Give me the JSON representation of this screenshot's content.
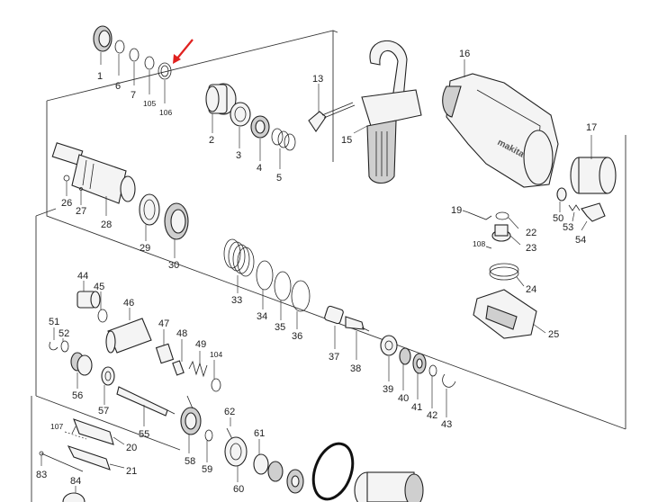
{
  "diagram": {
    "parts": [
      {
        "num": "1"
      },
      {
        "num": "6"
      },
      {
        "num": "7"
      },
      {
        "num": "105"
      },
      {
        "num": "106"
      },
      {
        "num": "2"
      },
      {
        "num": "3"
      },
      {
        "num": "4"
      },
      {
        "num": "5"
      },
      {
        "num": "13"
      },
      {
        "num": "15"
      },
      {
        "num": "16"
      },
      {
        "num": "17"
      },
      {
        "num": "26"
      },
      {
        "num": "27"
      },
      {
        "num": "28"
      },
      {
        "num": "29"
      },
      {
        "num": "30"
      },
      {
        "num": "19"
      },
      {
        "num": "22"
      },
      {
        "num": "23"
      },
      {
        "num": "108"
      },
      {
        "num": "50"
      },
      {
        "num": "53"
      },
      {
        "num": "54"
      },
      {
        "num": "24"
      },
      {
        "num": "25"
      },
      {
        "num": "33"
      },
      {
        "num": "34"
      },
      {
        "num": "35"
      },
      {
        "num": "36"
      },
      {
        "num": "44"
      },
      {
        "num": "45"
      },
      {
        "num": "46"
      },
      {
        "num": "47"
      },
      {
        "num": "48"
      },
      {
        "num": "49"
      },
      {
        "num": "104"
      },
      {
        "num": "51"
      },
      {
        "num": "52"
      },
      {
        "num": "37"
      },
      {
        "num": "38"
      },
      {
        "num": "39"
      },
      {
        "num": "40"
      },
      {
        "num": "41"
      },
      {
        "num": "42"
      },
      {
        "num": "43"
      },
      {
        "num": "56"
      },
      {
        "num": "57"
      },
      {
        "num": "55"
      },
      {
        "num": "58"
      },
      {
        "num": "59"
      },
      {
        "num": "62"
      },
      {
        "num": "61"
      },
      {
        "num": "60"
      },
      {
        "num": "107"
      },
      {
        "num": "20"
      },
      {
        "num": "21"
      },
      {
        "num": "83"
      },
      {
        "num": "84"
      }
    ],
    "highlight_color": "#e0211f",
    "highlight_target": "106"
  }
}
